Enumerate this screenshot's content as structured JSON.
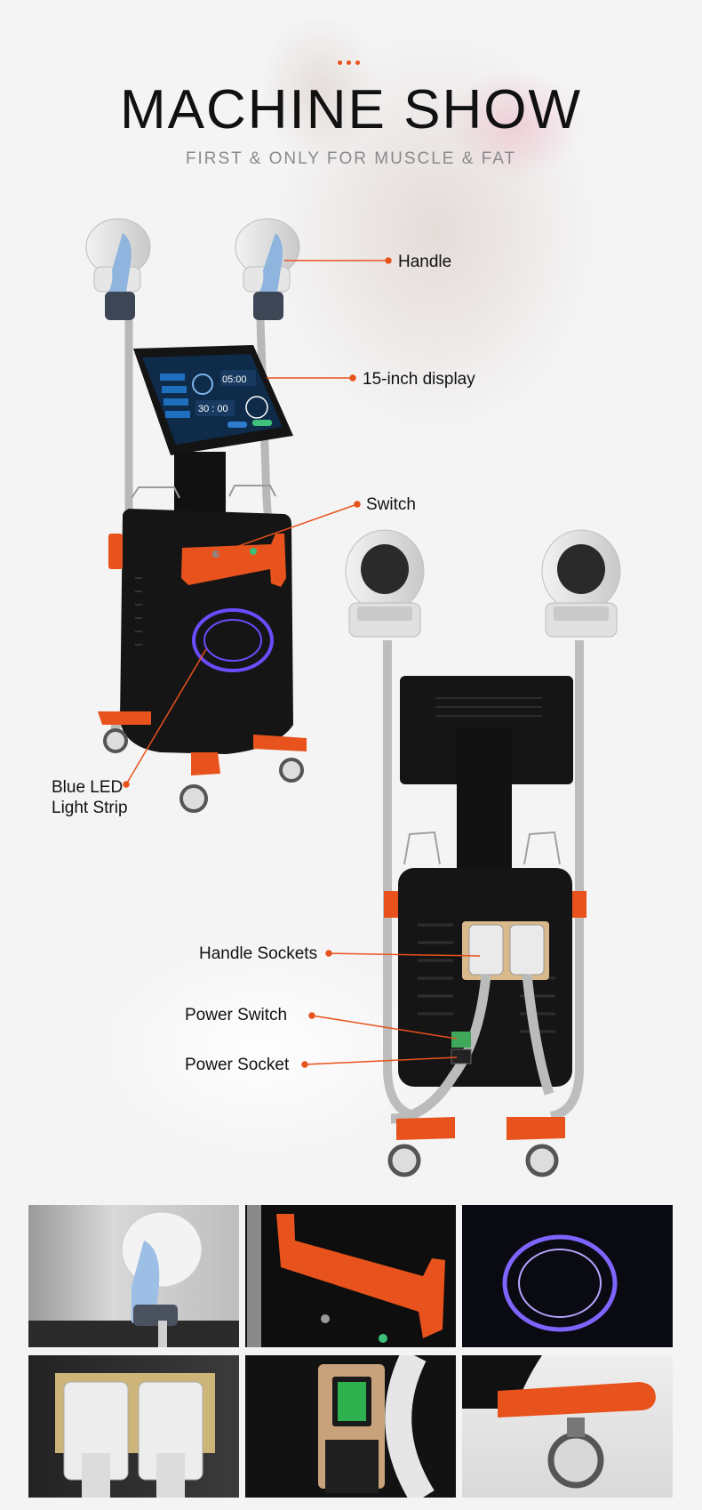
{
  "header": {
    "title": "MACHINE SHOW",
    "subtitle": "FIRST & ONLY FOR MUSCLE & FAT"
  },
  "display": {
    "top_time": "05:00",
    "center_time": "30 : 00"
  },
  "callouts": {
    "handle": "Handle",
    "display": "15-inch display",
    "switch": "Switch",
    "led_line1": "Blue LED",
    "led_line2": "Light Strip",
    "handle_sockets": "Handle Sockets",
    "power_switch": "Power Switch",
    "power_socket": "Power Socket"
  },
  "colors": {
    "accent_orange": "#e8521c",
    "machine_black": "#151515",
    "led_blue": "#6b4cff"
  }
}
